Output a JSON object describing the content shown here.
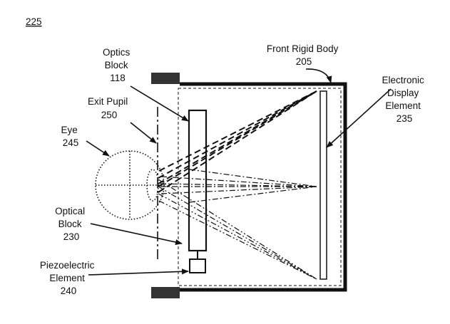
{
  "figure_number": "225",
  "labels": {
    "optics_block": [
      "Optics",
      "Block",
      "118"
    ],
    "exit_pupil": [
      "Exit Pupil",
      "250"
    ],
    "eye": [
      "Eye",
      "245"
    ],
    "optical_block": [
      "Optical",
      "Block",
      "230"
    ],
    "piezo": [
      "Piezoelectric",
      "Element",
      "240"
    ],
    "front_rigid_body": [
      "Front Rigid Body",
      "205"
    ],
    "display": [
      "Electronic",
      "Display",
      "Element",
      "235"
    ]
  }
}
